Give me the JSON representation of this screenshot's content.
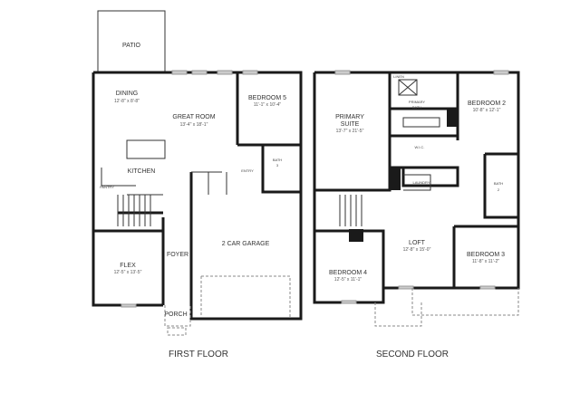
{
  "first_floor": {
    "title": "FIRST FLOOR",
    "rooms": {
      "patio": {
        "name": "PATIO"
      },
      "dining": {
        "name": "DINING",
        "dims": "12'-8\" x 8'-8\""
      },
      "great_room": {
        "name": "GREAT ROOM",
        "dims": "13'-4\" x 18'-1\""
      },
      "bedroom5": {
        "name": "BEDROOM 5",
        "dims": "11'-1\" x 10'-4\""
      },
      "kitchen": {
        "name": "KITCHEN"
      },
      "pantry": {
        "name": "PANTRY"
      },
      "entry": {
        "name": "ENTRY"
      },
      "bath3": {
        "name": "BATH",
        "num": "3"
      },
      "garage": {
        "name": "2 CAR GARAGE"
      },
      "foyer": {
        "name": "FOYER"
      },
      "flex": {
        "name": "FLEX",
        "dims": "12'-5\" x 13'-5\""
      },
      "porch": {
        "name": "PORCH"
      }
    }
  },
  "second_floor": {
    "title": "SECOND FLOOR",
    "rooms": {
      "primary_suite": {
        "name1": "PRIMARY",
        "name2": "SUITE",
        "dims": "13'-7\" x 21'-5\""
      },
      "primary_bath": {
        "name1": "PRIMARY",
        "name2": "BATH"
      },
      "linen": {
        "name": "LINEN"
      },
      "wic": {
        "name": "W.I.C."
      },
      "laundry": {
        "name": "LAUNDRY"
      },
      "bedroom2": {
        "name": "BEDROOM 2",
        "dims": "10'-8\" x 12'-1\""
      },
      "bath2": {
        "name": "BATH",
        "num": "2"
      },
      "loft": {
        "name": "LOFT",
        "dims": "12'-8\" x 15'-0\""
      },
      "bedroom3": {
        "name": "BEDROOM 3",
        "dims": "11'-8\" x 11'-2\""
      },
      "bedroom4": {
        "name": "BEDROOM 4",
        "dims": "12'-5\" x 11'-1\""
      }
    }
  }
}
